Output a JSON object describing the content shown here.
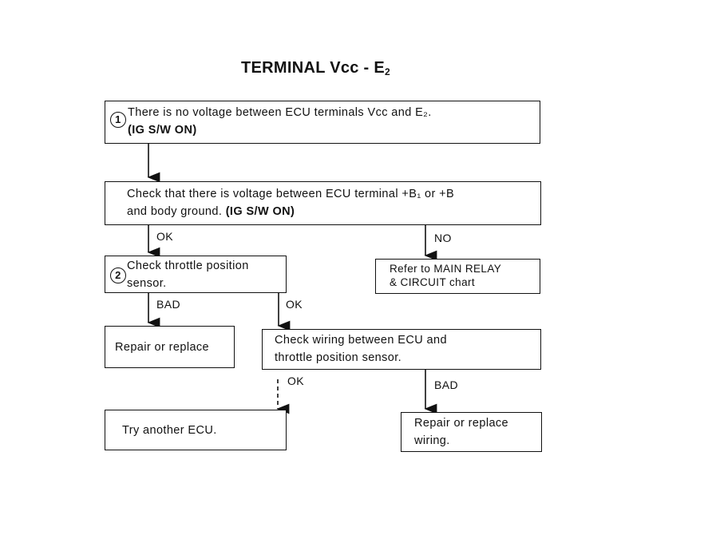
{
  "title": {
    "main": "TERMINAL Vcc - E",
    "sub": "2"
  },
  "steps": {
    "step1": {
      "num": "1",
      "line1": "There is no voltage between ECU terminals Vcc and E₂.",
      "line2": "(IG S/W ON)"
    },
    "check_b": {
      "line1": "Check that there is voltage between ECU terminal  +B₁ or  +B",
      "line2_a": "and body ground. ",
      "line2_b": "(IG S/W ON)"
    },
    "step2": {
      "num": "2",
      "line1": "Check throttle position",
      "line2": "sensor."
    },
    "main_relay": {
      "line1": "Refer to MAIN RELAY",
      "line2": "& CIRCUIT chart"
    },
    "repair1": {
      "text": "Repair or replace"
    },
    "check_wiring": {
      "line1": "Check wiring between ECU and",
      "line2": "throttle position sensor."
    },
    "try_ecu": {
      "text": "Try another ECU."
    },
    "repair2": {
      "line1": "Repair or replace",
      "line2": "wiring."
    }
  },
  "labels": {
    "ok1": "OK",
    "no": "NO",
    "bad1": "BAD",
    "ok2": "OK",
    "ok3": "OK",
    "bad2": "BAD"
  }
}
